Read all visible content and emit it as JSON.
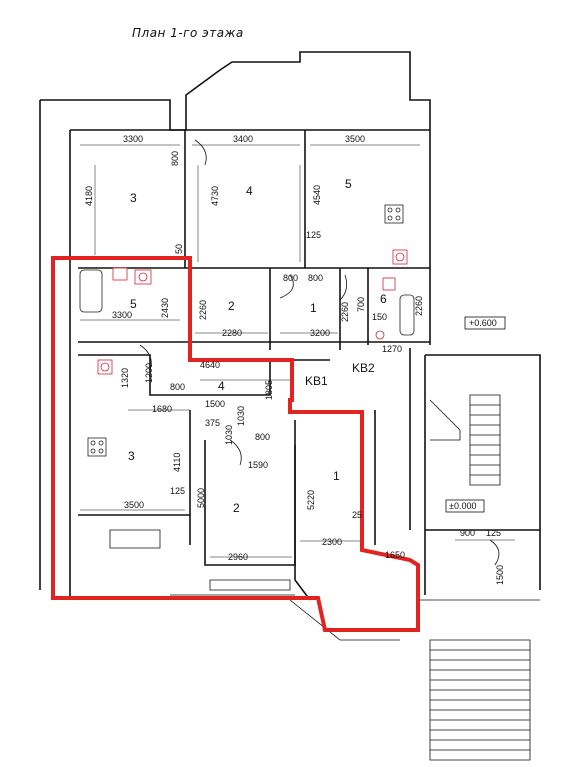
{
  "plan": {
    "title": "План 1-го этажа",
    "levels": [
      "+0.600",
      "±0.000"
    ],
    "rooms": [
      {
        "id": "r3-top",
        "label": "3"
      },
      {
        "id": "r4-top",
        "label": "4"
      },
      {
        "id": "r5-top",
        "label": "5"
      },
      {
        "id": "r5-left",
        "label": "5"
      },
      {
        "id": "r2-mid",
        "label": "2"
      },
      {
        "id": "r1-mid",
        "label": "1"
      },
      {
        "id": "r6",
        "label": "6"
      },
      {
        "id": "r4-low",
        "label": "4"
      },
      {
        "id": "r3-low",
        "label": "3"
      },
      {
        "id": "r2-low",
        "label": "2"
      },
      {
        "id": "r1-low",
        "label": "1"
      }
    ],
    "tags": [
      "KB1",
      "KB2"
    ],
    "dimensions": [
      "3300",
      "3400",
      "3500",
      "800",
      "4180",
      "4730",
      "4540",
      "125",
      "50",
      "2260",
      "800",
      "800",
      "2260",
      "700",
      "2260",
      "150",
      "3300",
      "2430",
      "2280",
      "3200",
      "1270",
      "4640",
      "1805",
      "1320",
      "1200",
      "800",
      "1680",
      "1500",
      "375",
      "1030",
      "800",
      "1030",
      "4110",
      "1590",
      "125",
      "5000",
      "5220",
      "25",
      "3500",
      "2960",
      "2300",
      "1650",
      "900",
      "125",
      "1500"
    ]
  }
}
